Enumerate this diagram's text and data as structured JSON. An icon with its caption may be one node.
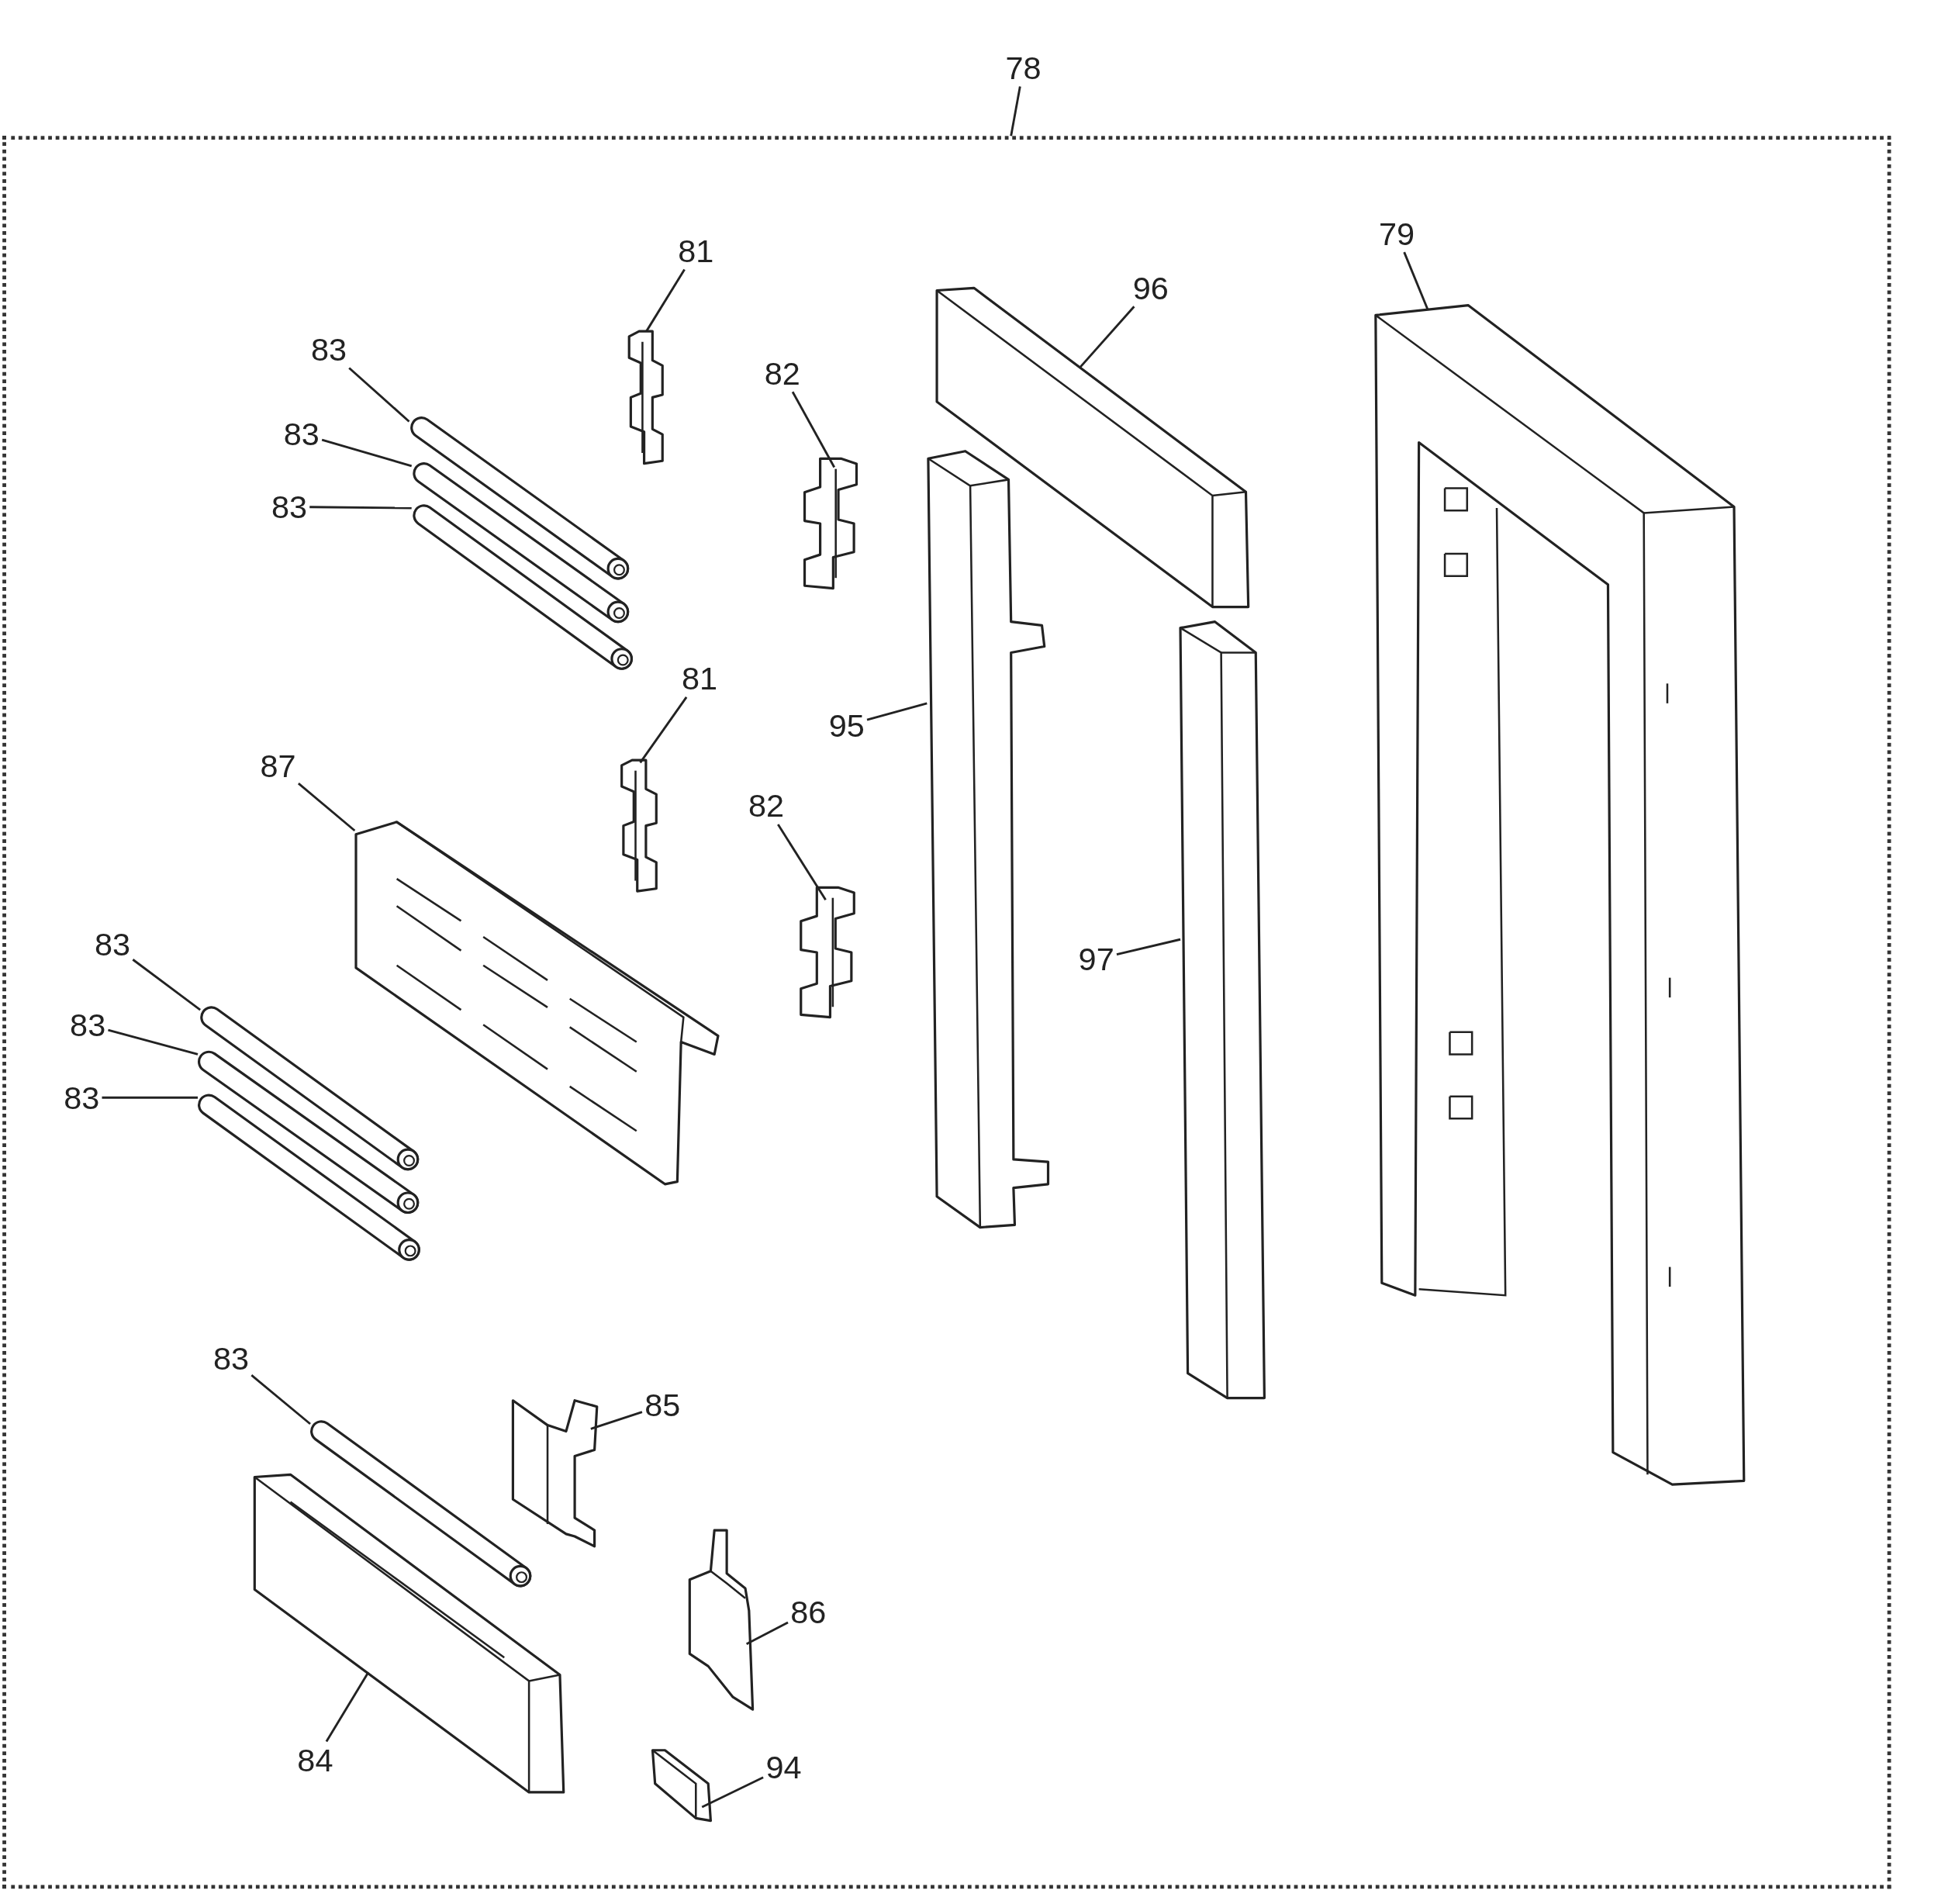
{
  "diagram": {
    "nodes": [
      {
        "text": [],
        "shape": "box"
      },
      {
        "text": [
          "78"
        ]
      },
      {
        "text": [
          "79"
        ],
        "in": 0
      },
      {
        "text": [],
        "shape": "picture",
        "in": 0
      },
      {
        "text": [
          "81"
        ],
        "in": 0
      },
      {
        "text": [],
        "shape": "picture",
        "in": 0
      },
      {
        "text": [
          "96"
        ],
        "in": 0
      },
      {
        "text": [],
        "shape": "picture",
        "in": 0
      },
      {
        "text": [
          "83"
        ],
        "in": 0
      },
      {
        "text": [],
        "shape": "picture",
        "in": 0
      },
      {
        "text": [
          "82"
        ],
        "in": 0
      },
      {
        "text": [],
        "shape": "picture",
        "in": 0
      },
      {
        "text": [
          "83"
        ],
        "in": 0
      },
      {
        "text": [
          "83"
        ],
        "in": 0
      },
      {
        "text": [
          "81"
        ],
        "in": 0
      },
      {
        "text": [],
        "shape": "picture",
        "in": 0
      },
      {
        "text": [
          "95"
        ],
        "in": 0
      },
      {
        "text": [],
        "shape": "picture",
        "in": 0
      },
      {
        "text": [
          "87"
        ],
        "in": 0
      },
      {
        "text": [],
        "shape": "picture",
        "in": 0
      },
      {
        "text": [
          "82"
        ],
        "in": 0
      },
      {
        "text": [],
        "shape": "picture",
        "in": 0
      },
      {
        "text": [
          "83"
        ],
        "in": 0
      },
      {
        "text": [],
        "shape": "picture",
        "in": 0
      },
      {
        "text": [
          "97"
        ],
        "in": 0
      },
      {
        "text": [],
        "shape": "picture",
        "in": 0
      },
      {
        "text": [
          "83"
        ],
        "in": 0
      },
      {
        "text": [
          "83"
        ],
        "in": 0
      },
      {
        "text": [
          "83"
        ],
        "in": 0
      },
      {
        "text": [],
        "shape": "picture",
        "in": 0
      },
      {
        "text": [
          "85"
        ],
        "in": 0
      },
      {
        "text": [],
        "shape": "picture",
        "in": 0
      },
      {
        "text": [
          "86"
        ],
        "in": 0
      },
      {
        "text": [],
        "shape": "picture",
        "in": 0
      },
      {
        "text": [
          "84"
        ],
        "in": 0
      },
      {
        "text": [],
        "shape": "picture",
        "in": 0
      },
      {
        "text": [
          "94"
        ],
        "in": 0
      },
      {
        "text": [],
        "shape": "picture",
        "in": 0
      }
    ],
    "edges": [
      {
        "from": 1,
        "to": 0,
        "arrow": "none"
      },
      {
        "from": 2,
        "to": 3,
        "arrow": "none"
      },
      {
        "from": 4,
        "to": 5,
        "arrow": "none"
      },
      {
        "from": 6,
        "to": 7,
        "arrow": "none"
      },
      {
        "from": 8,
        "to": 9,
        "arrow": "none"
      },
      {
        "from": 10,
        "to": 11,
        "arrow": "none"
      },
      {
        "from": 12,
        "to": 9,
        "arrow": "none"
      },
      {
        "from": 13,
        "to": 9,
        "arrow": "none"
      },
      {
        "from": 14,
        "to": 15,
        "arrow": "none"
      },
      {
        "from": 16,
        "to": 17,
        "arrow": "none"
      },
      {
        "from": 18,
        "to": 19,
        "arrow": "none"
      },
      {
        "from": 20,
        "to": 21,
        "arrow": "none"
      },
      {
        "from": 22,
        "to": 23,
        "arrow": "none"
      },
      {
        "from": 24,
        "to": 25,
        "arrow": "none"
      },
      {
        "from": 26,
        "to": 23,
        "arrow": "none"
      },
      {
        "from": 27,
        "to": 23,
        "arrow": "none"
      },
      {
        "from": 28,
        "to": 29,
        "arrow": "none"
      },
      {
        "from": 30,
        "to": 31,
        "arrow": "none"
      },
      {
        "from": 32,
        "to": 33,
        "arrow": "none"
      },
      {
        "from": 34,
        "to": 35,
        "arrow": "none"
      },
      {
        "from": 36,
        "to": 37,
        "arrow": "none"
      }
    ]
  }
}
